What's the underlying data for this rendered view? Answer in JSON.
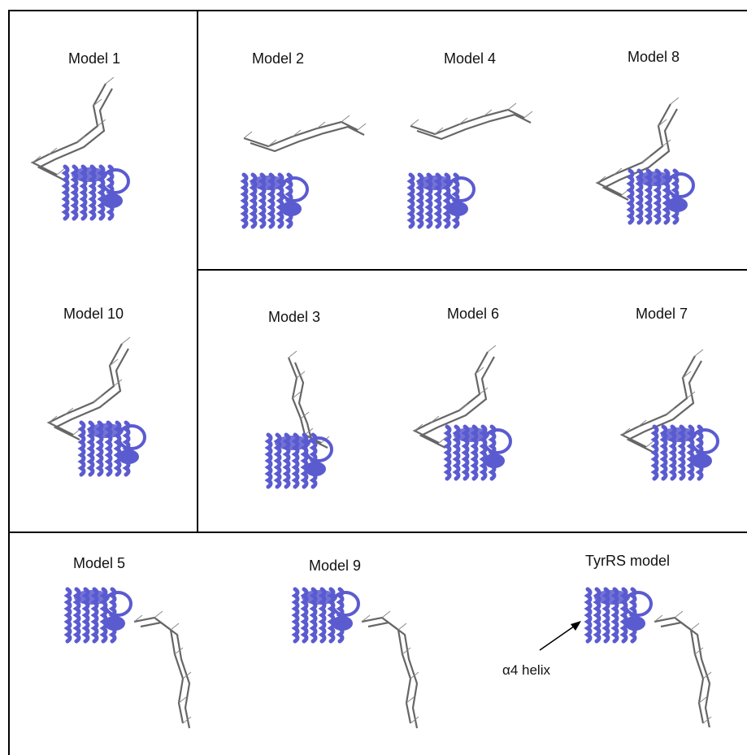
{
  "models": [
    {
      "id": "m1",
      "label": "Model 1",
      "protein": "#5b5bd0",
      "rna": "#666666"
    },
    {
      "id": "m2",
      "label": "Model 2",
      "protein": "#5b5bd0",
      "rna": "#666666"
    },
    {
      "id": "m4",
      "label": "Model 4",
      "protein": "#5b5bd0",
      "rna": "#666666"
    },
    {
      "id": "m8",
      "label": "Model 8",
      "protein": "#5b5bd0",
      "rna": "#666666"
    },
    {
      "id": "m10",
      "label": "Model 10",
      "protein": "#5b5bd0",
      "rna": "#666666"
    },
    {
      "id": "m3",
      "label": "Model 3",
      "protein": "#5b5bd0",
      "rna": "#666666"
    },
    {
      "id": "m6",
      "label": "Model 6",
      "protein": "#5b5bd0",
      "rna": "#666666"
    },
    {
      "id": "m7",
      "label": "Model 7",
      "protein": "#5b5bd0",
      "rna": "#666666"
    },
    {
      "id": "m5",
      "label": "Model 5",
      "protein": "#5b5bd0",
      "rna": "#666666"
    },
    {
      "id": "m9",
      "label": "Model 9",
      "protein": "#5b5bd0",
      "rna": "#666666"
    },
    {
      "id": "tyr",
      "label": "TyrRS model",
      "protein": "#5b5bd0",
      "rna": "#666666"
    }
  ],
  "annotation": {
    "text": "α4 helix"
  },
  "colors": {
    "border": "#000000",
    "protein": "#5b5bd0",
    "rna": "#666666"
  }
}
